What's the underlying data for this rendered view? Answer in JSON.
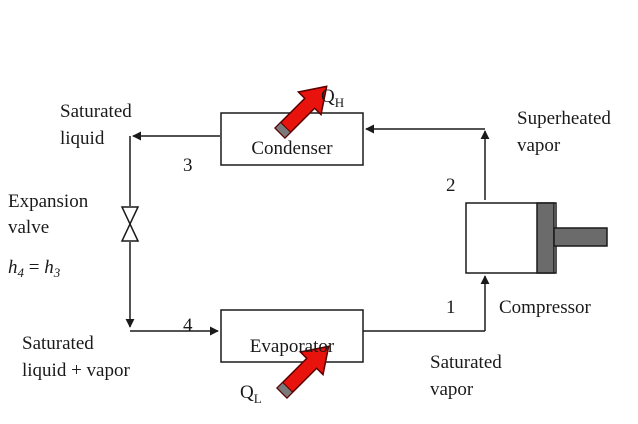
{
  "components": {
    "condenser": "Condenser",
    "evaporator": "Evaporator",
    "compressor": "Compressor",
    "expansion_valve_line1": "Expansion",
    "expansion_valve_line2": "valve"
  },
  "states": {
    "s1": "1",
    "s2": "2",
    "s3": "3",
    "s4": "4"
  },
  "state_labels": {
    "saturated_liquid_line1": "Saturated",
    "saturated_liquid_line2": "liquid",
    "superheated_vapor_line1": "Superheated",
    "superheated_vapor_line2": "vapor",
    "saturated_mix_line1": "Saturated",
    "saturated_mix_line2": "liquid + vapor",
    "saturated_vapor_line1": "Saturated",
    "saturated_vapor_line2": "vapor"
  },
  "heat": {
    "qh_base": "Q",
    "qh_sub": "H",
    "ql_base": "Q",
    "ql_sub": "L"
  },
  "relation": {
    "lhs": "h",
    "lhs_sub": "4",
    "eq": " = ",
    "rhs": "h",
    "rhs_sub": "3"
  },
  "colors": {
    "line": "#1a1a1a",
    "heat_arrow_fill": "#e8130c",
    "heat_arrow_stroke": "#5a0000",
    "piston": "#6b6b6b"
  },
  "icons": {
    "heat_arrow": "heat-arrow-icon",
    "valve": "expansion-valve-icon"
  }
}
